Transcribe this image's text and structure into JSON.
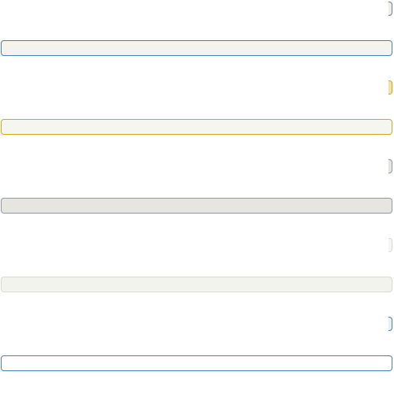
{
  "fields": [
    {
      "state": "normal",
      "value": "",
      "colors": {
        "border": "#4a7fb8",
        "fill": "#f4f4ef",
        "nub_border": "#6a7f96",
        "nub_fill": "#eeeee8"
      }
    },
    {
      "state": "focused",
      "value": "",
      "colors": {
        "border": "#d9a21a",
        "fill": "#f6f6f1",
        "nub_border": "#d9a21a",
        "nub_fill": "#f3e3a8"
      }
    },
    {
      "state": "disabled",
      "value": "",
      "colors": {
        "border": "#8d99a6",
        "fill": "#e6e5e0",
        "nub_border": "#8d99a6",
        "nub_fill": "#e6e5e0"
      }
    },
    {
      "state": "readonly",
      "value": "",
      "colors": {
        "border": "#d9d9d2",
        "fill": "#f3f3ee",
        "nub_border": "#d9d9d2",
        "nub_fill": "#f6f6f2"
      }
    },
    {
      "state": "selected",
      "value": "",
      "colors": {
        "border": "#4a7fb8",
        "fill": "#ffffff",
        "nub_border": "#4a7fb8",
        "nub_fill": "#e9f0f8"
      }
    }
  ]
}
